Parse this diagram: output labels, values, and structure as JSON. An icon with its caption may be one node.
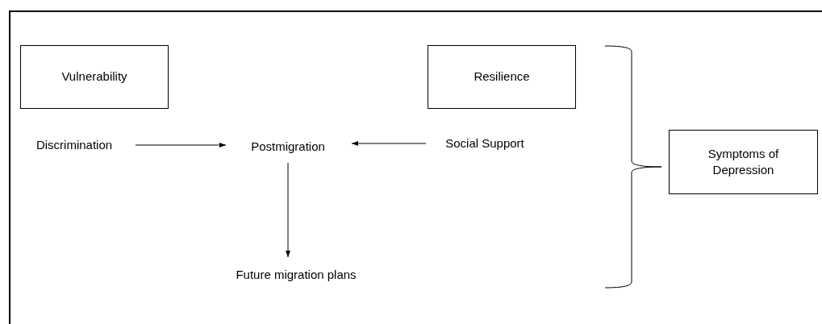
{
  "diagram": {
    "nodes": [
      {
        "text": [
          "Vulnerability"
        ]
      },
      {
        "text": [
          "Resilience"
        ]
      },
      {
        "text": [
          "Discrimination"
        ]
      },
      {
        "text": [
          "Postmigration"
        ]
      },
      {
        "text": [
          "Social Support"
        ]
      },
      {
        "text": [
          "Future migration plans"
        ]
      },
      {
        "text": [
          "Symptoms of Depression"
        ]
      }
    ],
    "edges": [
      {
        "from": 2,
        "to": 3,
        "arrow": "to"
      },
      {
        "from": 4,
        "to": 3,
        "arrow": "to"
      },
      {
        "from": 3,
        "to": 5,
        "arrow": "to"
      }
    ]
  }
}
